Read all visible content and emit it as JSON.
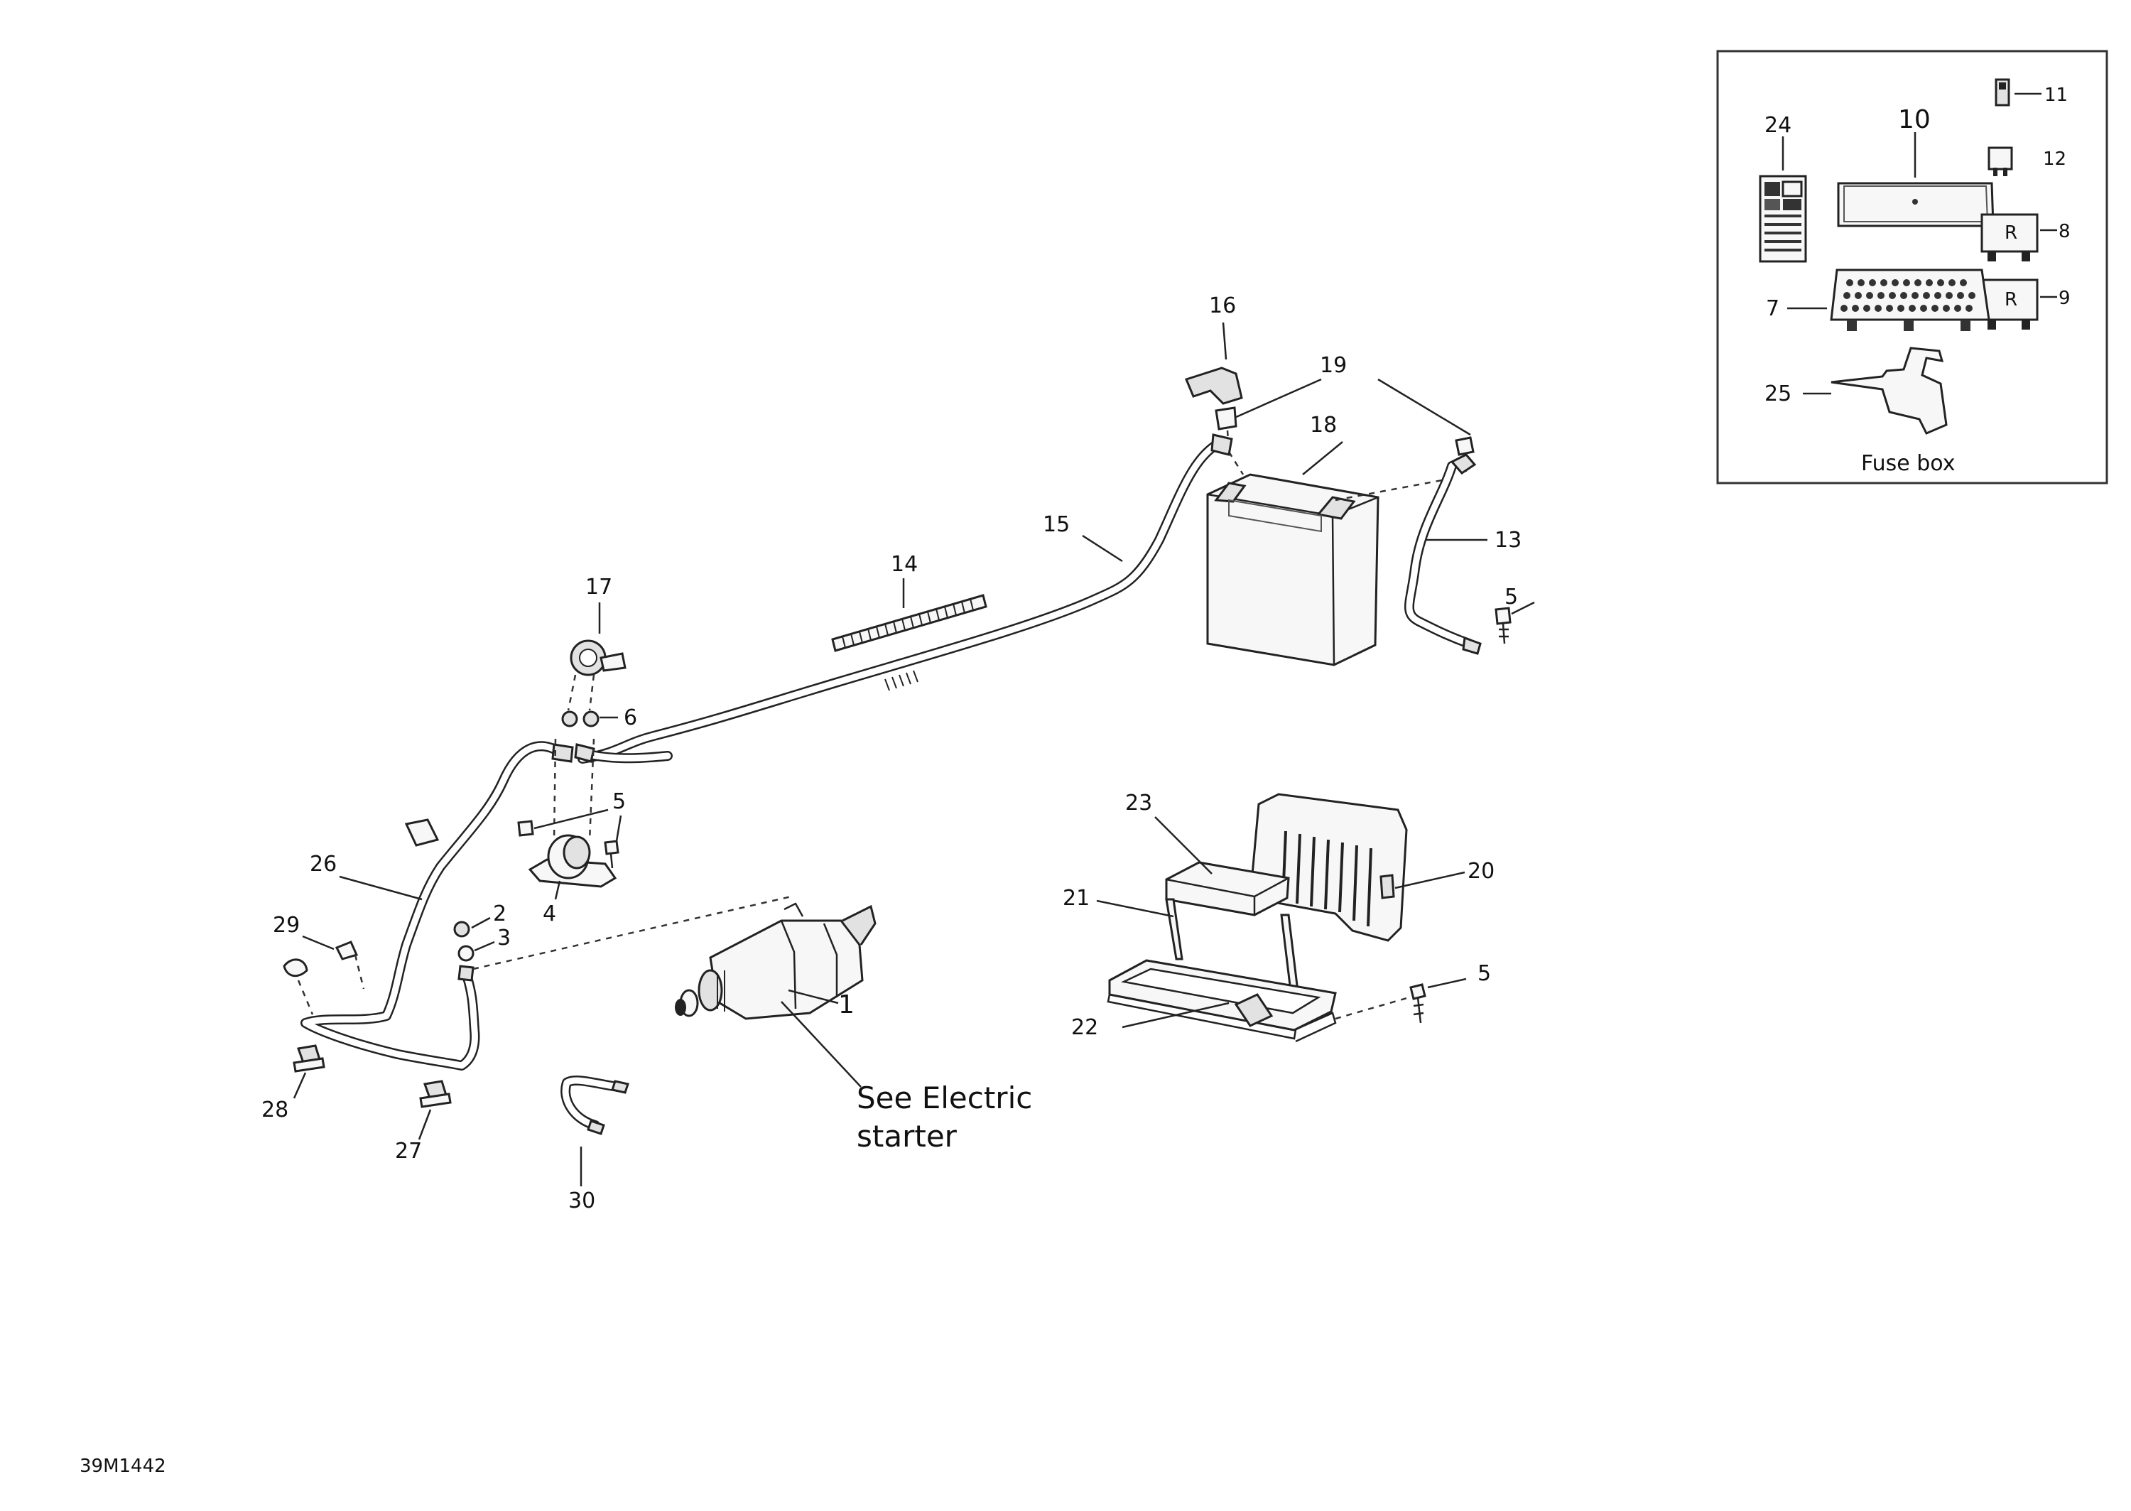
{
  "diagram": {
    "image_code": "39M1442",
    "note": [
      "See Electric",
      "starter"
    ],
    "inset_title": "Fuse box",
    "callouts": {
      "c1": "1",
      "c2": "2",
      "c3": "3",
      "c4": "4",
      "c5a": "5",
      "c5b": "5",
      "c5c": "5",
      "c6": "6",
      "c7": "7",
      "c8": "8",
      "c9": "9",
      "c10": "10",
      "c11": "11",
      "c12": "12",
      "c13": "13",
      "c14": "14",
      "c15": "15",
      "c16": "16",
      "c17": "17",
      "c18": "18",
      "c19": "19",
      "c20": "20",
      "c21": "21",
      "c22": "22",
      "c23": "23",
      "c24": "24",
      "c25": "25",
      "c26": "26",
      "c27": "27",
      "c28": "28",
      "c29": "29",
      "c30": "30"
    },
    "relay_mark": "R"
  }
}
